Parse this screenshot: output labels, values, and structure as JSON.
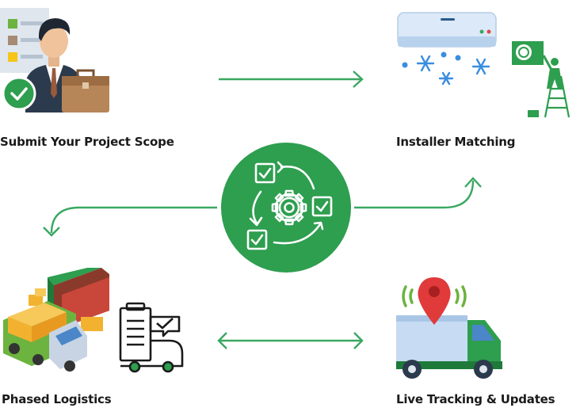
{
  "steps": {
    "submit": "Submit Your Project Scope",
    "installer": "Installer Matching",
    "logistics": "Phased Logistics",
    "tracking": "Live Tracking & Updates"
  },
  "icons": {
    "center": "process-cycle-gear-icon",
    "submit": "businessman-checklist-icon",
    "installer": "air-conditioner-installer-icon",
    "logistics": "shipping-container-truck-icon",
    "tracking": "delivery-truck-location-pin-icon"
  },
  "colors": {
    "accent_green": "#2e9e4f",
    "arrow_green": "#3aa862"
  }
}
